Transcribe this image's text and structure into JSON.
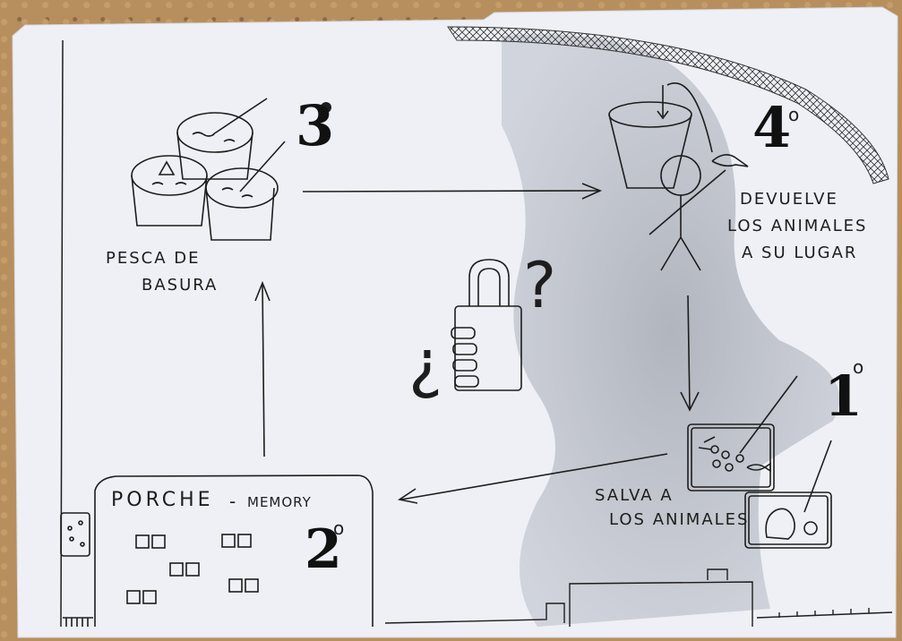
{
  "stations": {
    "s3": {
      "number": "3",
      "title_line1": "PESCA DE",
      "title_line2": "BASURA"
    },
    "s4": {
      "number": "4",
      "degree": "o",
      "title_line1": "DEVUELVE",
      "title_line2": "LOS ANIMALES",
      "title_line3": "A SU LUGAR"
    },
    "s1": {
      "number": "1",
      "degree": "o",
      "title_line1": "SALVA A",
      "title_line2": "LOS ANIMALES"
    },
    "s2": {
      "number": "2",
      "degree": "o",
      "title_a": "PORCHE",
      "title_dash": "-",
      "title_b": "MEMORY"
    }
  },
  "center": {
    "question_open": "¿",
    "question_close": "?"
  },
  "colors": {
    "paper": "#eef0f6",
    "ink": "#1d1d1d",
    "shadow": "#8a8f9a",
    "ground": "#b78f5e"
  }
}
